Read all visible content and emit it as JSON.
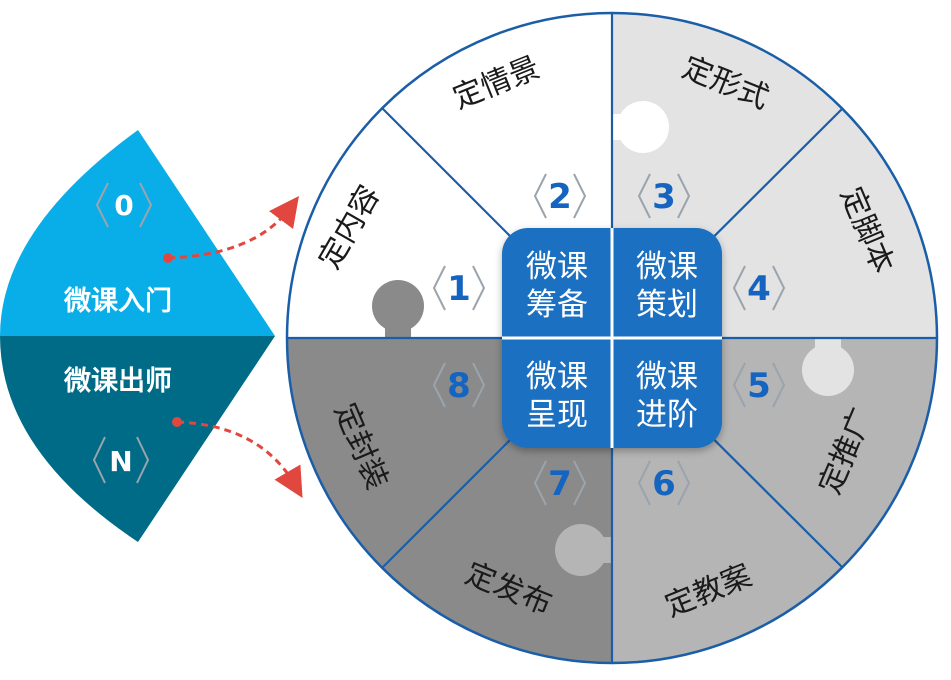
{
  "segments": [
    {
      "id": "1",
      "label": "定内容"
    },
    {
      "id": "2",
      "label": "定情景"
    },
    {
      "id": "3",
      "label": "定形式"
    },
    {
      "id": "4",
      "label": "定脚本"
    },
    {
      "id": "5",
      "label": "定推广"
    },
    {
      "id": "6",
      "label": "定教案"
    },
    {
      "id": "7",
      "label": "定发布"
    },
    {
      "id": "8",
      "label": "定封装"
    }
  ],
  "numbers": [
    "1",
    "2",
    "3",
    "4",
    "5",
    "6",
    "7",
    "8"
  ],
  "center": {
    "q1": [
      "微课",
      "筹备"
    ],
    "q2": [
      "微课",
      "策划"
    ],
    "q3": [
      "微课",
      "呈现"
    ],
    "q4": [
      "微课",
      "进阶"
    ]
  },
  "fan": {
    "top_label": "微课入门",
    "top_marker": "0",
    "bottom_label": "微课出师",
    "bottom_marker": "N"
  },
  "colors": {
    "white_quadrant": "#ffffff",
    "light_quadrant": "#e3e3e3",
    "mid_quadrant": "#b5b5b5",
    "dark_quadrant": "#8a8a8a",
    "center_blue": "#1a6fc2",
    "fan_top": "#09aee8",
    "fan_bottom": "#006b86",
    "lines": "#1b5ea8",
    "arrow": "#e2473f"
  }
}
